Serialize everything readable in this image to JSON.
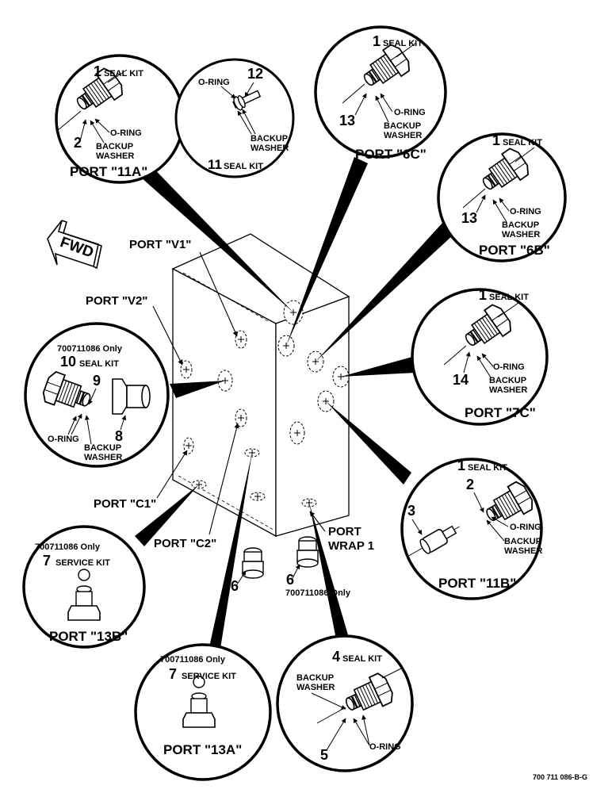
{
  "fwd_label": "FWD",
  "drawing_number": "700 711 086-B-G",
  "circles": {
    "p11a": {
      "qty": "1",
      "kit": "SEAL KIT",
      "item": "2",
      "o_ring": "O-RING",
      "backup": "BACKUP",
      "washer": "WASHER",
      "port": "PORT \"11A\""
    },
    "p11": {
      "o_ring": "O-RING",
      "item": "12",
      "backup": "BACKUP",
      "washer": "WASHER",
      "qty": "11",
      "kit": "SEAL KIT"
    },
    "p6c": {
      "qty": "1",
      "kit": "SEAL KIT",
      "item": "13",
      "o_ring": "O-RING",
      "backup": "BACKUP",
      "washer": "WASHER",
      "port": "PORT \"6C\""
    },
    "p6b": {
      "qty": "1",
      "kit": "SEAL KIT",
      "item": "13",
      "o_ring": "O-RING",
      "backup": "BACKUP",
      "washer": "WASHER",
      "port": "PORT \"6B\""
    },
    "p7c": {
      "qty": "1",
      "kit": "SEAL KIT",
      "item": "14",
      "o_ring": "O-RING",
      "backup": "BACKUP",
      "washer": "WASHER",
      "port": "PORT \"7C\""
    },
    "p10": {
      "note": "700711086 Only",
      "qty": "10",
      "kit": "SEAL KIT",
      "item_a": "9",
      "item_b": "8",
      "o_ring": "O-RING",
      "backup": "BACKUP",
      "washer": "WASHER"
    },
    "p11b": {
      "qty": "1",
      "kit": "SEAL KIT",
      "item_a": "2",
      "item_b": "3",
      "o_ring": "O-RING",
      "backup": "BACKUP",
      "washer": "WASHER",
      "port": "PORT \"11B\""
    },
    "p13b": {
      "note": "700711086 Only",
      "qty": "7",
      "kit": "SERVICE KIT",
      "port": "PORT \"13B\""
    },
    "p13a": {
      "note": "700711086 Only",
      "qty": "7",
      "kit": "SERVICE KIT",
      "port": "PORT \"13A\""
    },
    "pwrap": {
      "qty": "4",
      "kit": "SEAL KIT",
      "backup": "BACKUP",
      "washer": "WASHER",
      "item": "5",
      "o_ring": "O-RING"
    }
  },
  "labels": {
    "v1": "PORT \"V1\"",
    "v2": "PORT \"V2\"",
    "c1": "PORT \"C1\"",
    "c2": "PORT \"C2\"",
    "wrap1_a": "PORT",
    "wrap1_b": "WRAP 1",
    "plug6a": "6",
    "plug6b": "6",
    "plug6b_note": "700711086 Only"
  }
}
